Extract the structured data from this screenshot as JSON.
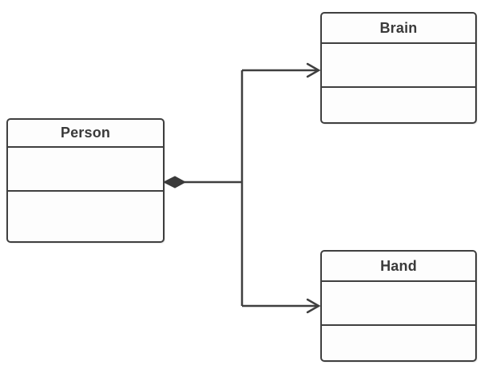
{
  "diagram": {
    "kind": "uml-class-diagram",
    "classes": [
      {
        "name": "Person",
        "attributes_text": "",
        "operations_text": ""
      },
      {
        "name": "Brain",
        "attributes_text": "",
        "operations_text": ""
      },
      {
        "name": "Hand",
        "attributes_text": "",
        "operations_text": ""
      }
    ],
    "relationships": [
      {
        "from": "Person",
        "to": "Brain",
        "type": "composition",
        "source_marker": "filled-diamond",
        "target_marker": "open-arrow"
      },
      {
        "from": "Person",
        "to": "Hand",
        "type": "composition",
        "source_marker": "filled-diamond",
        "target_marker": "open-arrow"
      }
    ],
    "colors": {
      "stroke": "#3f3f3f",
      "box_fill": "#fdfdfd",
      "text": "#3a3a3a",
      "background": "#ffffff"
    }
  }
}
